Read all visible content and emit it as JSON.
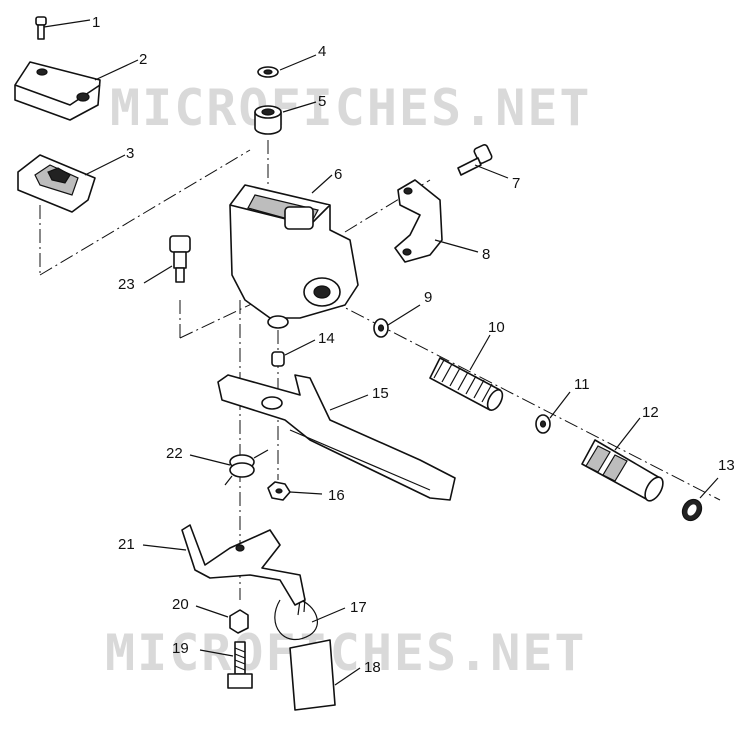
{
  "watermark": "MICROFICHES.NET",
  "callouts": [
    "1",
    "2",
    "3",
    "4",
    "5",
    "6",
    "7",
    "8",
    "9",
    "10",
    "11",
    "12",
    "13",
    "14",
    "15",
    "16",
    "17",
    "18",
    "19",
    "20",
    "21",
    "22",
    "23"
  ],
  "colors": {
    "ink": "#111111",
    "watermark": "#d9d9d9",
    "background": "#ffffff"
  }
}
